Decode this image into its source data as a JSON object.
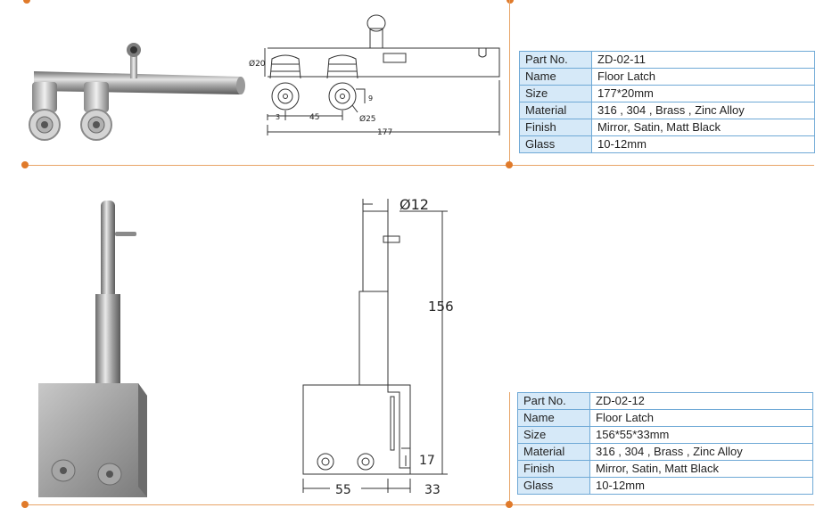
{
  "products": [
    {
      "specs": [
        {
          "key": "Part No.",
          "value": "ZD-02-11"
        },
        {
          "key": "Name",
          "value": "Floor Latch"
        },
        {
          "key": "Size",
          "value": "177*20mm"
        },
        {
          "key": "Material",
          "value": "316 , 304 , Brass , Zinc Alloy"
        },
        {
          "key": "Finish",
          "value": "Mirror, Satin, Matt Black"
        },
        {
          "key": "Glass",
          "value": "10-12mm"
        }
      ],
      "drawing": {
        "dia_rod": "Ø20",
        "dim_3": "3",
        "dim_45": "45",
        "dia_wheel": "Ø25",
        "dim_9": "9",
        "dim_length": "177"
      }
    },
    {
      "specs": [
        {
          "key": "Part No.",
          "value": "ZD-02-12"
        },
        {
          "key": "Name",
          "value": "Floor Latch"
        },
        {
          "key": "Size",
          "value": "156*55*33mm"
        },
        {
          "key": "Material",
          "value": "316 , 304 , Brass , Zinc Alloy"
        },
        {
          "key": "Finish",
          "value": "Mirror, Satin, Matt Black"
        },
        {
          "key": "Glass",
          "value": "10-12mm"
        }
      ],
      "drawing": {
        "dia_rod": "Ø12",
        "dim_height": "156",
        "dim_17": "17",
        "dim_55": "55",
        "dim_33": "33"
      }
    }
  ],
  "colors": {
    "accent_line": "#e8a467",
    "accent_dot": "#e07a2a",
    "table_key_bg": "#d6e9f8",
    "table_border": "#6fa9d6"
  }
}
